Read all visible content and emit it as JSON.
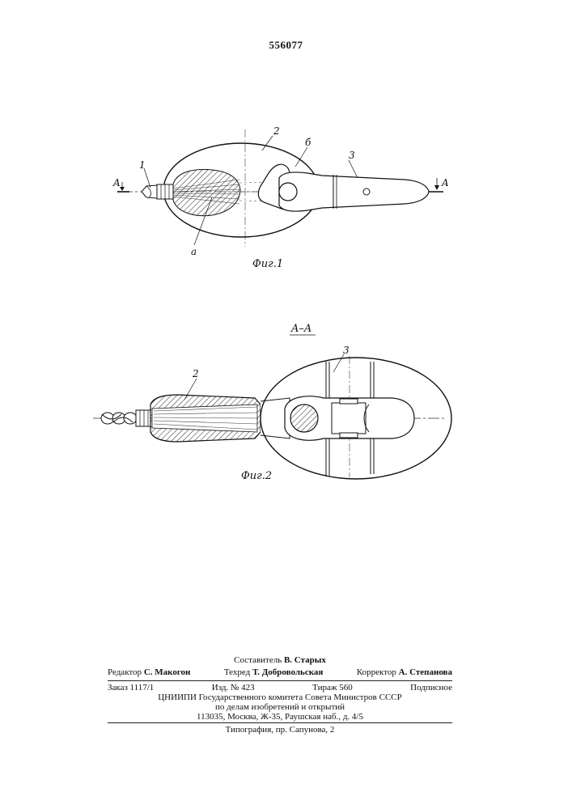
{
  "patent_number": "556077",
  "figures": {
    "fig1": {
      "caption": "Фиг.1",
      "labels": {
        "l1": "1",
        "l2": "2",
        "l3": "3",
        "lb": "б",
        "la": "а",
        "sectionLeft": "A",
        "sectionRight": "A"
      }
    },
    "fig2": {
      "caption": "Фиг.2",
      "section_title": "A–A",
      "labels": {
        "l2": "2",
        "l3": "3"
      }
    }
  },
  "footer": {
    "compiler_label": "Составитель",
    "compiler_name": "В. Старых",
    "editor_label": "Редактор",
    "editor_name": "С. Макогон",
    "techred_label": "Техред",
    "techred_name": "Т. Добровольская",
    "corrector_label": "Корректор",
    "corrector_name": "А. Степанова",
    "order": "Заказ  1117/1",
    "edition": "Изд.  № 423",
    "circulation": "Тираж  560",
    "subscription": "Подписное",
    "org_line1": "ЦНИИПИ  Государственного  комитета  Совета  Министров  СССР",
    "org_line2": "по делам изобретений и открытий",
    "org_line3": "113035, Москва, Ж-35, Раушская наб., д. 4/5",
    "printer": "Типография, пр. Сапунова, 2"
  }
}
